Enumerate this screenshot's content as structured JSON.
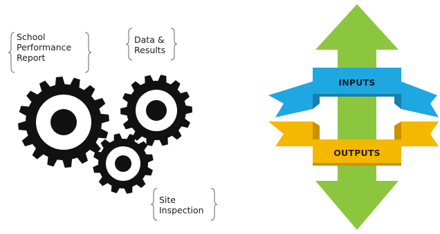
{
  "gear_labels": {
    "school_report": [
      "School",
      "Performance",
      "Report"
    ],
    "data_results": [
      "Data &",
      "Results"
    ],
    "site_inspection": [
      "Site",
      "Inspection"
    ]
  },
  "banners": {
    "inputs": "INPUTS",
    "outputs": "OUTPUTS"
  },
  "colors": {
    "gear": "#111111",
    "gear_hole": "#ffffff",
    "arrow": "#8cc63f",
    "arrow_dark": "#6ea82a",
    "inputs_banner": "#1ea7e1",
    "inputs_banner_dark": "#157fb0",
    "outputs_banner": "#f5b800",
    "outputs_banner_dark": "#c99200"
  },
  "icons": [
    "gear-icon",
    "double-arrow-icon",
    "ribbon-banner-icon",
    "curly-brace-icon"
  ]
}
